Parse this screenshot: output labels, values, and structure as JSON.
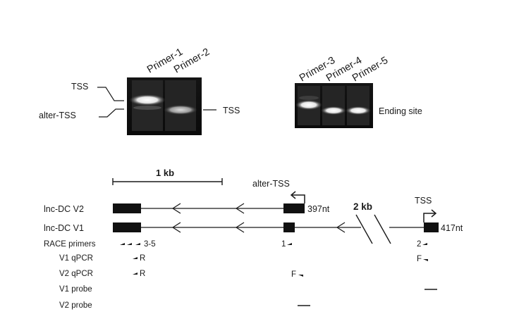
{
  "gel_top": {
    "lanes": [
      "Primer-1",
      "Primer-2"
    ],
    "left_labels": [
      "TSS",
      "alter-TSS"
    ],
    "right_label": "TSS"
  },
  "gel_right": {
    "lanes": [
      "Primer-3",
      "Primer-4",
      "Primer-5"
    ],
    "right_label": "Ending site"
  },
  "scale_bar": {
    "label": "1 kb"
  },
  "transcripts": {
    "v2": {
      "name": "lnc-DC V2",
      "length_label": "397nt",
      "tss_label": "alter-TSS"
    },
    "v1": {
      "name": "lnc-DC V1",
      "length_label": "417nt",
      "tss_label": "TSS"
    },
    "gap_label": "2 kb"
  },
  "annotation_rows": {
    "race": {
      "label": "RACE primers",
      "primers_left": "3-5",
      "primer_mid": "1",
      "primer_right": "2"
    },
    "v1_qpcr": {
      "label": "V1 qPCR",
      "left": "R",
      "right": "F"
    },
    "v2_qpcr": {
      "label": "V2 qPCR",
      "left": "R",
      "mid": "F"
    },
    "v1_probe": {
      "label": "V1 probe"
    },
    "v2_probe": {
      "label": "V2 probe"
    }
  }
}
